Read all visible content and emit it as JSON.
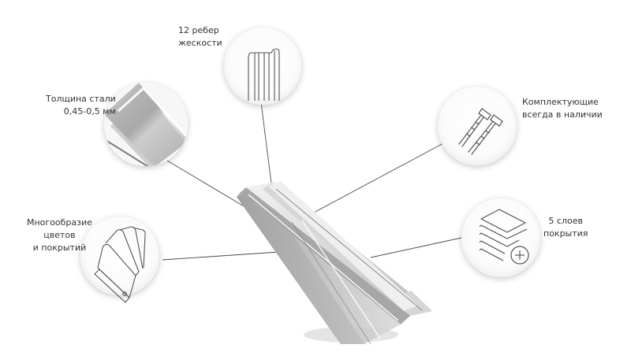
{
  "features": {
    "ribs": {
      "line1": "12 ребер",
      "line2": "жескости",
      "icon": "ribs-profile-icon"
    },
    "steel": {
      "line1": "Толщина стали",
      "line2": "0,45-0,5 мм",
      "icon": "steel-thickness-closeup"
    },
    "accessories": {
      "line1": "Комплектующие",
      "line2": "всегда в наличии",
      "icon": "screws-icon"
    },
    "colors": {
      "line1": "Многообразие",
      "line2": "цветов",
      "line3": "и покрытий",
      "icon": "color-swatch-fan-icon"
    },
    "layers": {
      "line1": "5 слоев",
      "line2": "покрытия",
      "icon": "layers-plus-icon"
    }
  },
  "colors": {
    "text": "#333333",
    "leader": "#4a4a4a",
    "metal_light": "#e6e6e6",
    "metal_mid": "#b9b9b9",
    "metal_dark": "#8c8c8c",
    "icon_stroke": "#555555"
  }
}
